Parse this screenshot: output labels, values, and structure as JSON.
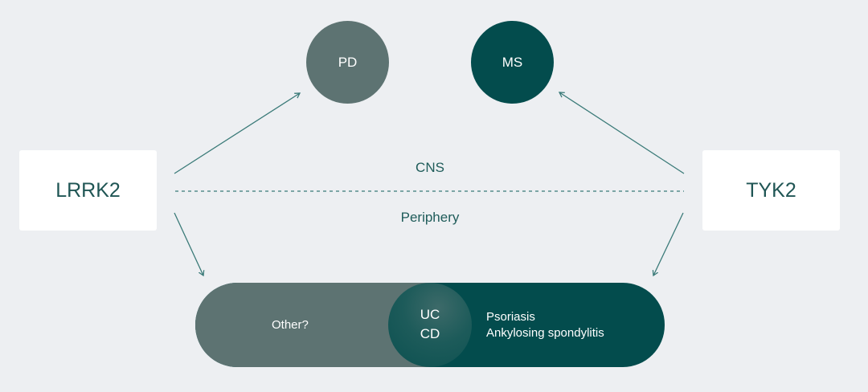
{
  "nodes": {
    "lrrk2": "LRRK2",
    "tyk2": "TYK2",
    "pd": "PD",
    "ms": "MS"
  },
  "regions": {
    "cns": "CNS",
    "periphery": "Periphery"
  },
  "pill": {
    "left_label": "Other?",
    "overlap_labels": [
      "UC",
      "CD"
    ],
    "right_labels": [
      "Psoriasis",
      "Ankylosing spondylitis"
    ]
  },
  "colors": {
    "background": "#edeff2",
    "lrrk2_color": "#5d7372",
    "tyk2_color": "#034c4d",
    "text_teal": "#1f5554",
    "arrow_color": "#3a7a78"
  }
}
